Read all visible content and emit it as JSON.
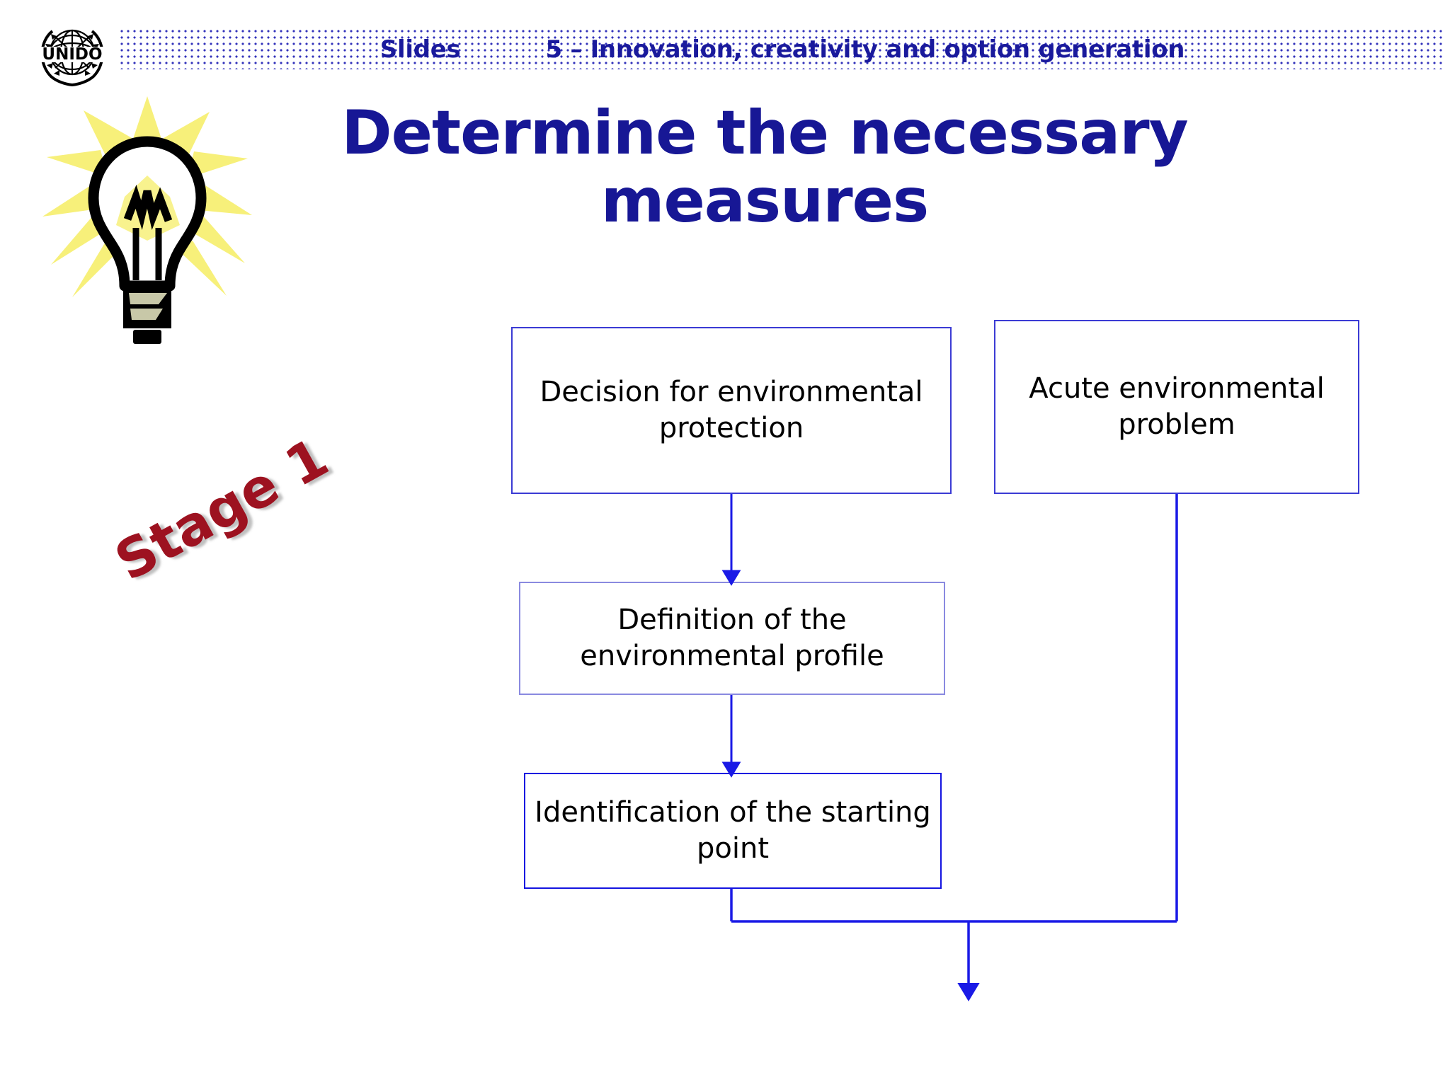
{
  "slide": {
    "header": {
      "left_label": "Slides",
      "right_label": "5 – Innovation, creativity and option generation",
      "text_color": "#1a1a9c",
      "pattern_color": "#3333bb"
    },
    "logo": {
      "name": "unido-logo",
      "wordmark": "UNIDO"
    },
    "title": "Determine the necessary measures",
    "title_color": "#171795",
    "stage_label": "Stage 1",
    "stage_label_color": "#9d1220",
    "decoration": {
      "lightbulb_icon": "lightbulb-idea-icon",
      "ray_color": "#F7F07A",
      "bulb_outline_color": "#000000",
      "base_color": "#C8C8A8"
    },
    "flowchart": {
      "connector_color": "#1a1ae6",
      "boxes": [
        {
          "id": "decision",
          "label": "Decision for environmental protection",
          "lines": [
            "Decision for",
            "environmental",
            "protection"
          ],
          "border_color": "#3b3bd4"
        },
        {
          "id": "acute",
          "label": "Acute environmental problem",
          "lines": [
            "Acute",
            "environmental",
            "problem"
          ],
          "border_color": "#3b3bd4"
        },
        {
          "id": "profile",
          "label": "Definition of the environmental profile",
          "lines": [
            "Definition of the",
            "environmental profile"
          ],
          "border_color": "#8a8ae0"
        },
        {
          "id": "starting",
          "label": "Identification of the starting point",
          "lines": [
            "Identification of the",
            "starting point"
          ],
          "border_color": "#1414e0"
        }
      ],
      "arrows": [
        {
          "from": "decision",
          "to": "profile"
        },
        {
          "from": "profile",
          "to": "starting"
        },
        {
          "from": "starting",
          "to": "merge-junction"
        },
        {
          "from": "acute",
          "to": "merge-junction"
        },
        {
          "from": "merge-junction",
          "to": "next-stage"
        }
      ]
    }
  }
}
